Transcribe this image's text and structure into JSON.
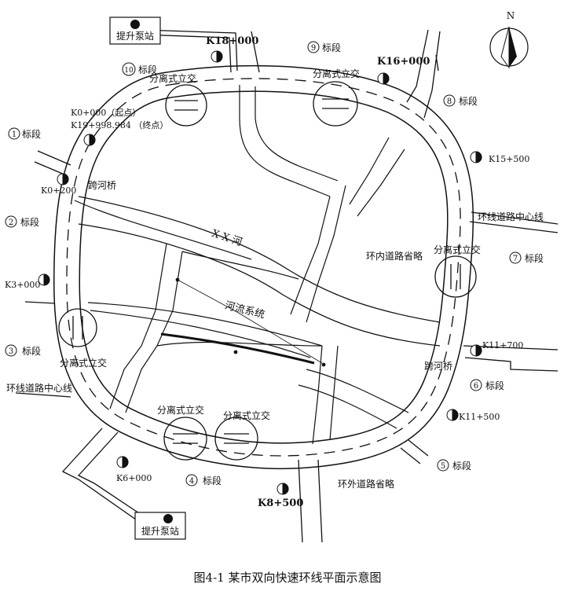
{
  "caption": "图4-1 某市双向快速环线平面示意图",
  "compass": {
    "label": "N"
  },
  "pump_stations": [
    {
      "label": "提升泵站"
    },
    {
      "label": "提升泵站"
    }
  ],
  "stakes": [
    {
      "label": "K18+000"
    },
    {
      "label": "K16+000"
    },
    {
      "label": "K15+500"
    },
    {
      "label": "K0+000（起点）"
    },
    {
      "label": "K19+998.984 （终点）"
    },
    {
      "label": "K0+200"
    },
    {
      "label": "K3+000"
    },
    {
      "label": "K11+700"
    },
    {
      "label": "K11+500"
    },
    {
      "label": "K6+000"
    },
    {
      "label": "K8+500"
    }
  ],
  "sections": [
    {
      "number": "1",
      "label": "标段"
    },
    {
      "number": "2",
      "label": "标段"
    },
    {
      "number": "3",
      "label": "标段"
    },
    {
      "number": "4",
      "label": "标段"
    },
    {
      "number": "5",
      "label": "标段"
    },
    {
      "number": "6",
      "label": "标段"
    },
    {
      "number": "7",
      "label": "标段"
    },
    {
      "number": "8",
      "label": "标段"
    },
    {
      "number": "9",
      "label": "标段"
    },
    {
      "number": "10",
      "label": "标段"
    }
  ],
  "labels": {
    "interchange": "分离式立交",
    "bridge": "跨河桥",
    "river": "X X 河",
    "river_system": "河流系统",
    "inner_road": "环内道路省略",
    "outer_road": "环外道路省略",
    "centerline": "环线道路中心线"
  },
  "colors": {
    "ink": "#111111",
    "paper": "#ffffff"
  }
}
